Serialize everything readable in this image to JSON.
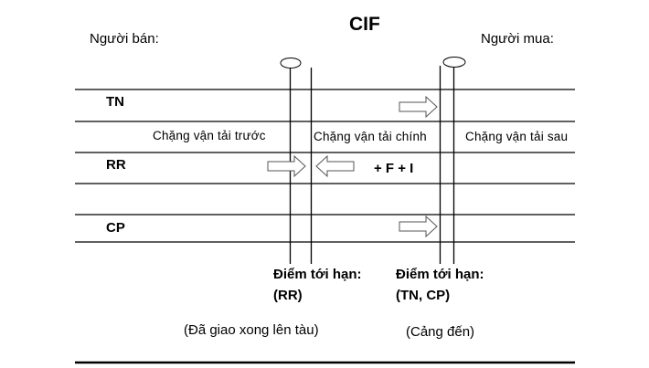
{
  "diagram": {
    "title": "CIF",
    "seller_label": "Người bán:",
    "buyer_label": "Người mua:",
    "rows": [
      {
        "label": "TN"
      },
      {
        "label": "RR"
      },
      {
        "label": "CP"
      }
    ],
    "segments": {
      "pre": "Chặng vận tải trước",
      "main": "Chặng vận tải chính",
      "post": "Chặng vận tải sau"
    },
    "rr_extra": "+ F + I",
    "critical_points": [
      {
        "title": "Điểm tới hạn:",
        "items": "(RR)",
        "note": "(Đã giao xong lên tàu)"
      },
      {
        "title": "Điểm tới hạn:",
        "items": "(TN, CP)",
        "note": "(Cảng đến)"
      }
    ],
    "colors": {
      "line": "#000000",
      "arrow_fill": "#ffffff",
      "arrow_stroke": "#555555"
    }
  }
}
